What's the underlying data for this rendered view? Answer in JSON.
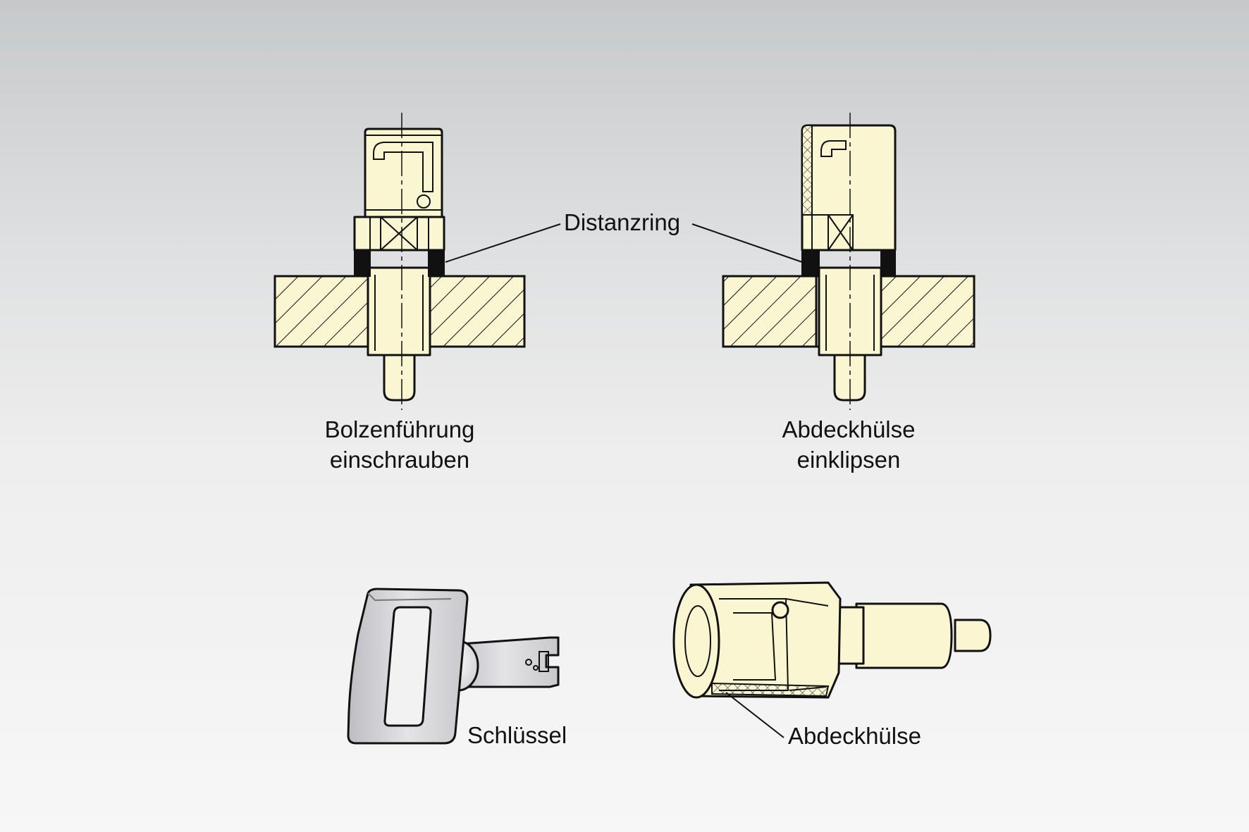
{
  "labels": {
    "distanzring": "Distanzring",
    "step1_line1": "Bolzenführung",
    "step1_line2": "einschrauben",
    "step2_line1": "Abdeckhülse",
    "step2_line2": "einklipsen",
    "key": "Schlüssel",
    "sleeve": "Abdeckhülse"
  },
  "colors": {
    "part_fill": "#fbf6d2",
    "outline": "#111111",
    "key_fill": "#d9d9dc"
  }
}
